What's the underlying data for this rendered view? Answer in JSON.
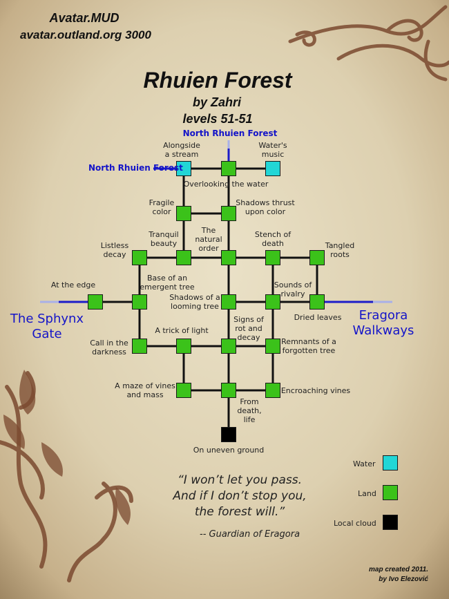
{
  "header": {
    "mud_name": "Avatar.MUD",
    "mud_address": "avatar.outland.org 3000"
  },
  "title": {
    "area_name": "Rhuien Forest",
    "author": "by Zahri",
    "levels": "levels 51-51"
  },
  "colors": {
    "water": "#22d6d6",
    "land": "#3bc21a",
    "local_cloud": "#000000",
    "exit_line": "#1c1cc9",
    "exit_fade": "#a9b0e8",
    "path": "#111111",
    "exit_label": "#1414c8"
  },
  "exits": {
    "north_top": "North Rhuien Forest",
    "north_left": "North Rhuien Forest",
    "west": "The Sphynx\nGate",
    "east": "Eragora\nWalkways"
  },
  "rooms": [
    {
      "id": "alongside-stream",
      "label": "Alongside\na stream",
      "terrain": "water"
    },
    {
      "id": "overlooking-water",
      "label": "Overlooking the water",
      "terrain": "land"
    },
    {
      "id": "waters-music",
      "label": "Water's\nmusic",
      "terrain": "water"
    },
    {
      "id": "fragile-color",
      "label": "Fragile\ncolor",
      "terrain": "land"
    },
    {
      "id": "shadows-thrust",
      "label": "Shadows thrust\nupon color",
      "terrain": "land"
    },
    {
      "id": "listless-decay",
      "label": "Listless\ndecay",
      "terrain": "land"
    },
    {
      "id": "tranquil-beauty",
      "label": "Tranquil\nbeauty",
      "terrain": "land"
    },
    {
      "id": "natural-order",
      "label": "The\nnatural\norder",
      "terrain": "land"
    },
    {
      "id": "stench-of-death",
      "label": "Stench of\ndeath",
      "terrain": "land"
    },
    {
      "id": "tangled-roots",
      "label": "Tangled\nroots",
      "terrain": "land"
    },
    {
      "id": "at-the-edge",
      "label": "At the edge",
      "terrain": "land"
    },
    {
      "id": "emergent-tree",
      "label": "Base of an\nemergent tree",
      "terrain": "land"
    },
    {
      "id": "shadows-looming",
      "label": "Shadows of a\nlooming tree",
      "terrain": "land"
    },
    {
      "id": "sounds-of-rivalry",
      "label": "Sounds of\nrivalry",
      "terrain": "land"
    },
    {
      "id": "dried-leaves",
      "label": "Dried leaves",
      "terrain": "land"
    },
    {
      "id": "call-in-darkness",
      "label": "Call in the\ndarkness",
      "terrain": "land"
    },
    {
      "id": "trick-of-light",
      "label": "A trick of light",
      "terrain": "land"
    },
    {
      "id": "rot-and-decay",
      "label": "Signs of\nrot and\ndecay",
      "terrain": "land"
    },
    {
      "id": "forgotten-tree",
      "label": "Remnants of a\nforgotten tree",
      "terrain": "land"
    },
    {
      "id": "maze-of-vines",
      "label": "A maze of vines\nand mass",
      "terrain": "land"
    },
    {
      "id": "center-bottom",
      "label": "",
      "terrain": "land"
    },
    {
      "id": "encroaching-vines",
      "label": "Encroaching vines",
      "terrain": "land"
    },
    {
      "id": "from-death-life",
      "label": "From\ndeath,\nlife",
      "terrain": "none"
    },
    {
      "id": "uneven-ground",
      "label": "On uneven ground",
      "terrain": "local_cloud"
    }
  ],
  "links": [
    [
      "alongside-stream",
      "overlooking-water"
    ],
    [
      "overlooking-water",
      "waters-music"
    ],
    [
      "alongside-stream",
      "fragile-color"
    ],
    [
      "overlooking-water",
      "shadows-thrust"
    ],
    [
      "fragile-color",
      "shadows-thrust"
    ],
    [
      "fragile-color",
      "tranquil-beauty"
    ],
    [
      "shadows-thrust",
      "natural-order"
    ],
    [
      "listless-decay",
      "tranquil-beauty"
    ],
    [
      "tranquil-beauty",
      "natural-order"
    ],
    [
      "natural-order",
      "stench-of-death"
    ],
    [
      "stench-of-death",
      "tangled-roots"
    ],
    [
      "listless-decay",
      "emergent-tree"
    ],
    [
      "natural-order",
      "shadows-looming"
    ],
    [
      "stench-of-death",
      "sounds-of-rivalry"
    ],
    [
      "tangled-roots",
      "dried-leaves"
    ],
    [
      "at-the-edge",
      "emergent-tree"
    ],
    [
      "shadows-looming",
      "sounds-of-rivalry"
    ],
    [
      "sounds-of-rivalry",
      "dried-leaves"
    ],
    [
      "emergent-tree",
      "call-in-darkness"
    ],
    [
      "shadows-looming",
      "rot-and-decay"
    ],
    [
      "sounds-of-rivalry",
      "forgotten-tree"
    ],
    [
      "call-in-darkness",
      "trick-of-light"
    ],
    [
      "trick-of-light",
      "rot-and-decay"
    ],
    [
      "rot-and-decay",
      "forgotten-tree"
    ],
    [
      "trick-of-light",
      "maze-of-vines"
    ],
    [
      "rot-and-decay",
      "center-bottom"
    ],
    [
      "forgotten-tree",
      "encroaching-vines"
    ],
    [
      "maze-of-vines",
      "center-bottom"
    ],
    [
      "center-bottom",
      "encroaching-vines"
    ],
    [
      "center-bottom",
      "uneven-ground"
    ]
  ],
  "legend": [
    {
      "label": "Water",
      "terrain": "water"
    },
    {
      "label": "Land",
      "terrain": "land"
    },
    {
      "label": "Local cloud",
      "terrain": "local_cloud"
    }
  ],
  "quote": {
    "line1": "“I won’t let you pass.",
    "line2": "And if I don’t stop you,",
    "line3": "the forest will.”",
    "attribution": "-- Guardian of Eragora"
  },
  "credits": {
    "line1": "map created 2011.",
    "line2": "by Ivo Elezović"
  }
}
